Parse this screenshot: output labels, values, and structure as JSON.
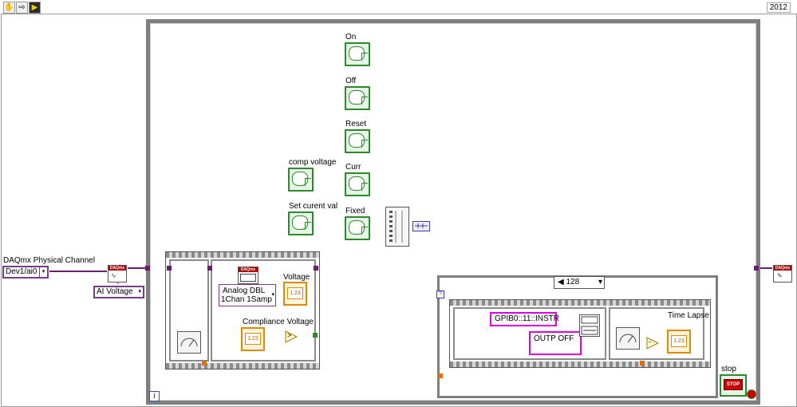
{
  "toolbar": {
    "hand_icon": "hand-icon",
    "arrow_icon": "arrow-right-icon",
    "run_icon": "run-icon",
    "version": "2012"
  },
  "front_panel": {
    "channel_label": "DAQmx Physical Channel",
    "channel_value": "Dev1/ai0",
    "ai_mode": "AI Voltage",
    "daq_label": "DAQmx"
  },
  "controls": {
    "on": "On",
    "off": "Off",
    "reset": "Reset",
    "curr": "Curr",
    "fixed": "Fixed",
    "comp_voltage": "comp voltage",
    "set_current": "Set curent val"
  },
  "sequence1": {
    "read_mode_line1": "Analog DBL",
    "read_mode_line2": "1Chan 1Samp",
    "voltage_label": "Voltage",
    "compliance_label": "Compliance Voltage",
    "num_display": "1.23",
    "compare_symbol": ">"
  },
  "case_structure": {
    "selector_value": "128",
    "visa_resource": "GPIB0::11::INSTR",
    "command": "OUTP OFF",
    "time_lapse_label": "Time Lapse",
    "subtract_symbol": "-",
    "num_display": "1.23"
  },
  "loop": {
    "stop_label": "stop",
    "stop_text": "STOP",
    "iteration": "i"
  },
  "colors": {
    "wire_bool": "#2c8a2c",
    "wire_daq": "#6c1c6c",
    "wire_num": "#e07000",
    "wire_cluster": "#3a3ab0",
    "frame": "#7f7f7f"
  }
}
